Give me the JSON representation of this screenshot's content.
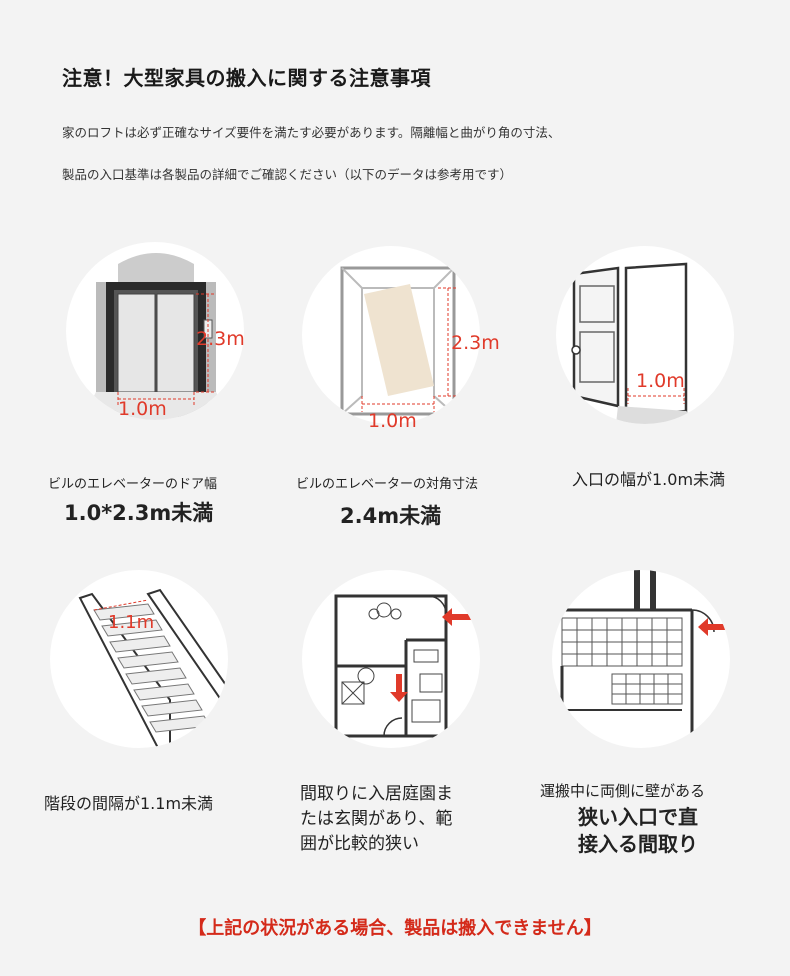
{
  "header": {
    "title": "注意！大型家具の搬入に関する注意事項",
    "desc_line1": "家のロフトは必ず正確なサイズ要件を満たす必要があります。隔離幅と曲がり角の寸法、",
    "desc_line2": "製品の入口基準は各製品の詳細でご確認ください（以下のデータは参考用です）"
  },
  "items": [
    {
      "caption": "ビルのエレベーターのドア幅",
      "value": "1.0*2.3m未満",
      "dim_h": "2.3m",
      "dim_w": "1.0m"
    },
    {
      "caption": "ビルのエレベーターの対角寸法",
      "value": "2.4m未満",
      "dim_h": "2.3m",
      "dim_w": "1.0m"
    },
    {
      "caption": "入口の幅が1.0m未満",
      "dim_w": "1.0m"
    },
    {
      "caption": "階段の間隔が1.1m未満",
      "dim_w": "1.1m"
    },
    {
      "caption_lines": [
        "間取りに入居庭園ま",
        "たは玄関があり、範",
        "囲が比較的狭い"
      ]
    },
    {
      "caption": "運搬中に両側に壁がある",
      "value_lines": [
        "狭い入口で直",
        "接入る間取り"
      ]
    }
  ],
  "footer": {
    "warning": "【上記の状況がある場合、製品は搬入できません】"
  },
  "colors": {
    "accent_red": "#e03a2a",
    "warning_red": "#d42a1a",
    "background": "#f3f3f3"
  }
}
